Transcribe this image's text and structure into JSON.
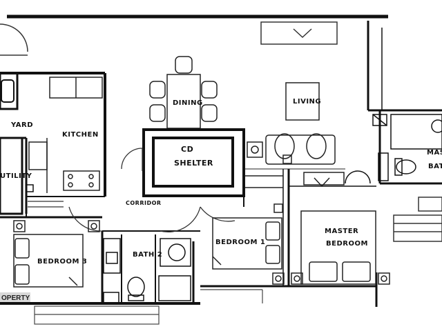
{
  "rooms": {
    "yard": "YARD",
    "kitchen": "KITCHEN",
    "utility": "UTILITY",
    "dining": "DINING",
    "living": "LIVING",
    "cd_shelter_line1": "CD",
    "cd_shelter_line2": "SHELTER",
    "master_bath_line1": "MASTER",
    "master_bath_line2": "BATH",
    "corridor": "CORRIDOR",
    "bedroom1": "BEDROOM 1",
    "master_bedroom_line1": "MASTER",
    "master_bedroom_line2": "BEDROOM",
    "bedroom3": "BEDROOM 3",
    "bath2": "BATH 2"
  },
  "watermark": "OPERTY",
  "colors": {
    "wall": "#111111",
    "line": "#444444",
    "background": "#ffffff"
  }
}
